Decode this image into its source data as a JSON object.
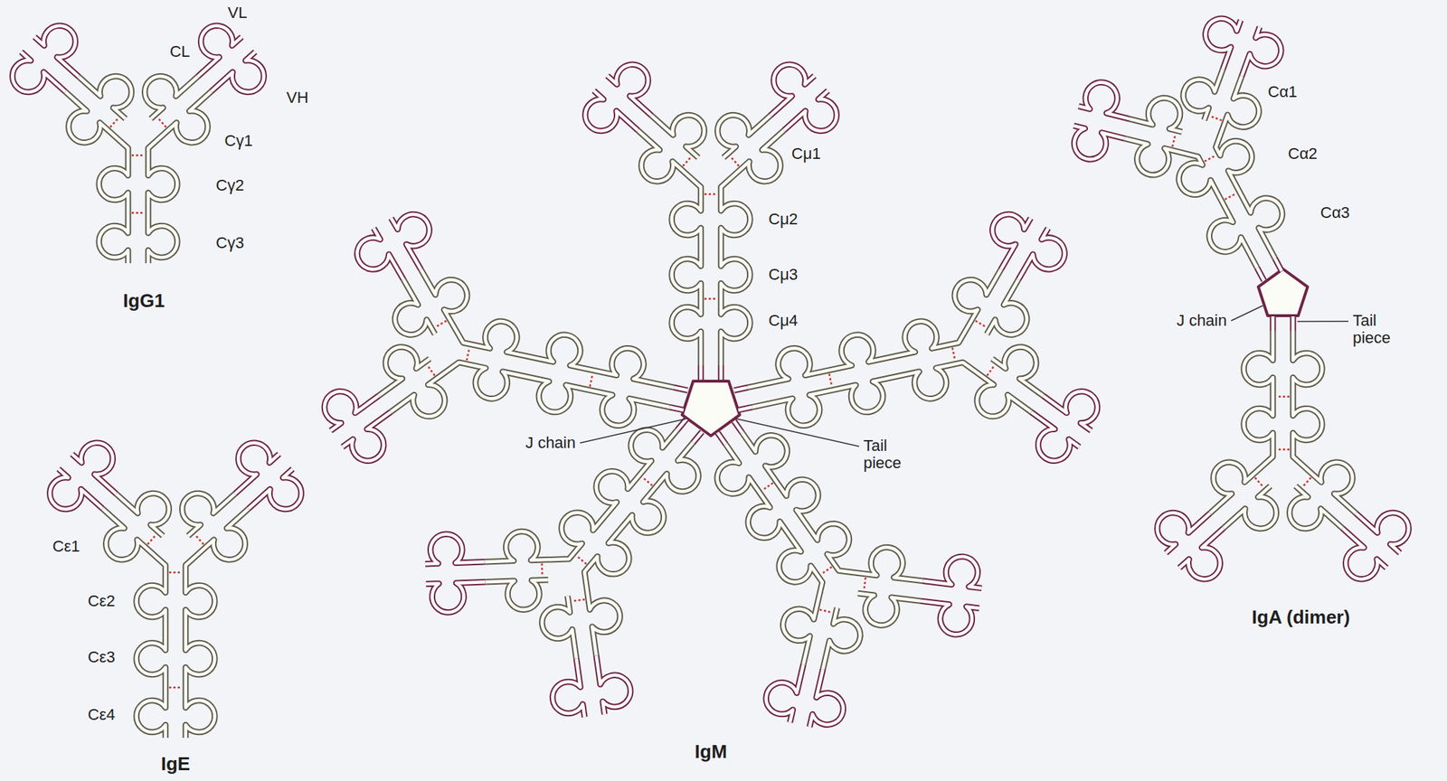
{
  "diagram": {
    "labels": [
      "VL",
      "CL",
      "VH",
      "Cγ1",
      "Cγ2",
      "Cγ3",
      "IgG1",
      "Cμ1",
      "Cμ2",
      "Cμ3",
      "Cμ4",
      "J chain",
      "Tail piece",
      "IgM",
      "Cα1",
      "Cα2",
      "Cα3",
      "J chain",
      "Tail piece",
      "IgA (dimer)",
      "Cε1",
      "Cε2",
      "Cε3",
      "Cε4",
      "IgE"
    ]
  }
}
